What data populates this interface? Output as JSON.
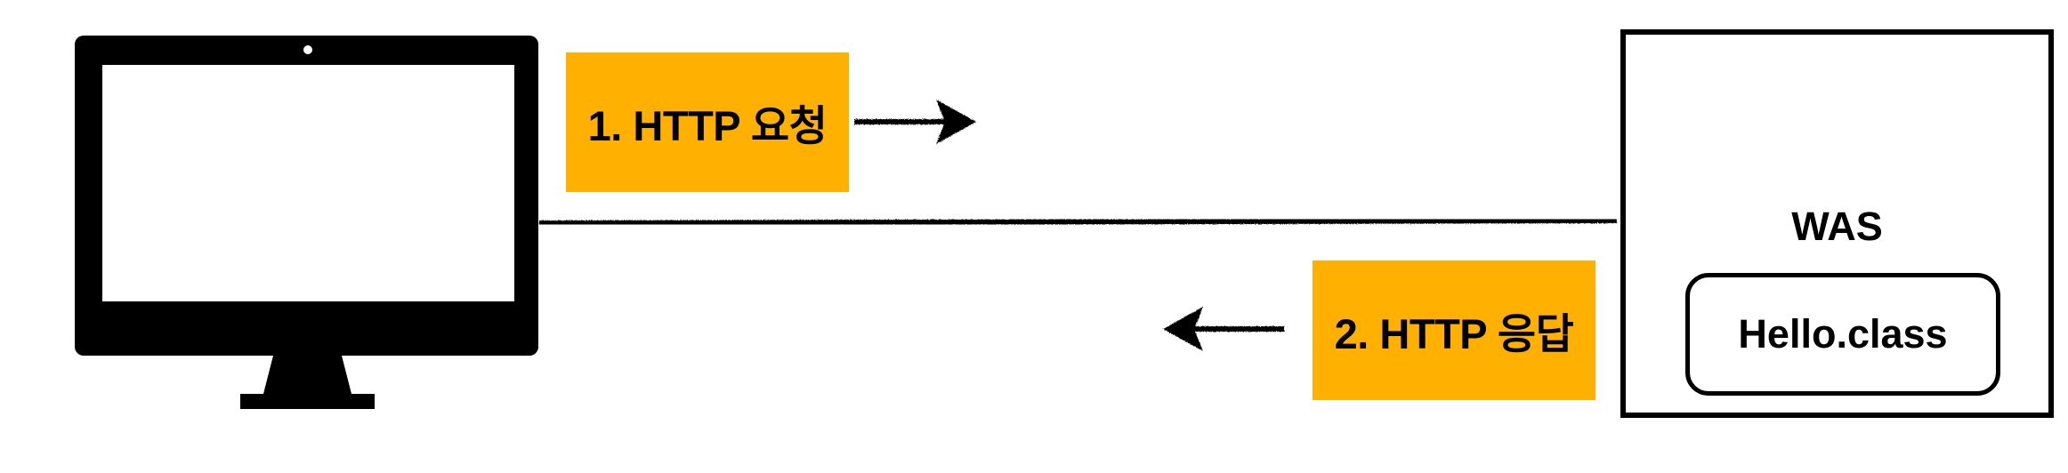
{
  "diagram": {
    "request": {
      "label": "1. HTTP 요청",
      "color": "#FFB000"
    },
    "response": {
      "label": "2. HTTP 응답",
      "color": "#FFB000"
    },
    "server": {
      "title": "WAS",
      "component": "Hello.class"
    },
    "client": {
      "icon": "desktop-monitor-icon"
    }
  }
}
